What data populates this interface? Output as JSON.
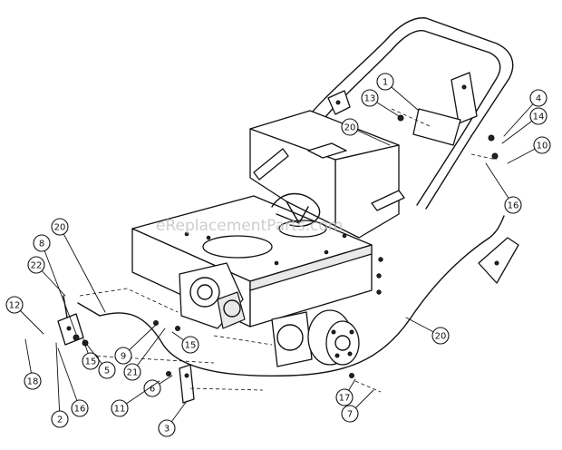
{
  "watermark": "eReplacementParts.com",
  "callouts": [
    {
      "label": "1"
    },
    {
      "label": "13"
    },
    {
      "label": "20"
    },
    {
      "label": "4"
    },
    {
      "label": "14"
    },
    {
      "label": "10"
    },
    {
      "label": "16"
    },
    {
      "label": "20"
    },
    {
      "label": "8"
    },
    {
      "label": "22"
    },
    {
      "label": "12"
    },
    {
      "label": "18"
    },
    {
      "label": "15"
    },
    {
      "label": "5"
    },
    {
      "label": "16"
    },
    {
      "label": "2"
    },
    {
      "label": "9"
    },
    {
      "label": "21"
    },
    {
      "label": "15"
    },
    {
      "label": "6"
    },
    {
      "label": "11"
    },
    {
      "label": "3"
    },
    {
      "label": "20"
    },
    {
      "label": "17"
    },
    {
      "label": "7"
    }
  ]
}
